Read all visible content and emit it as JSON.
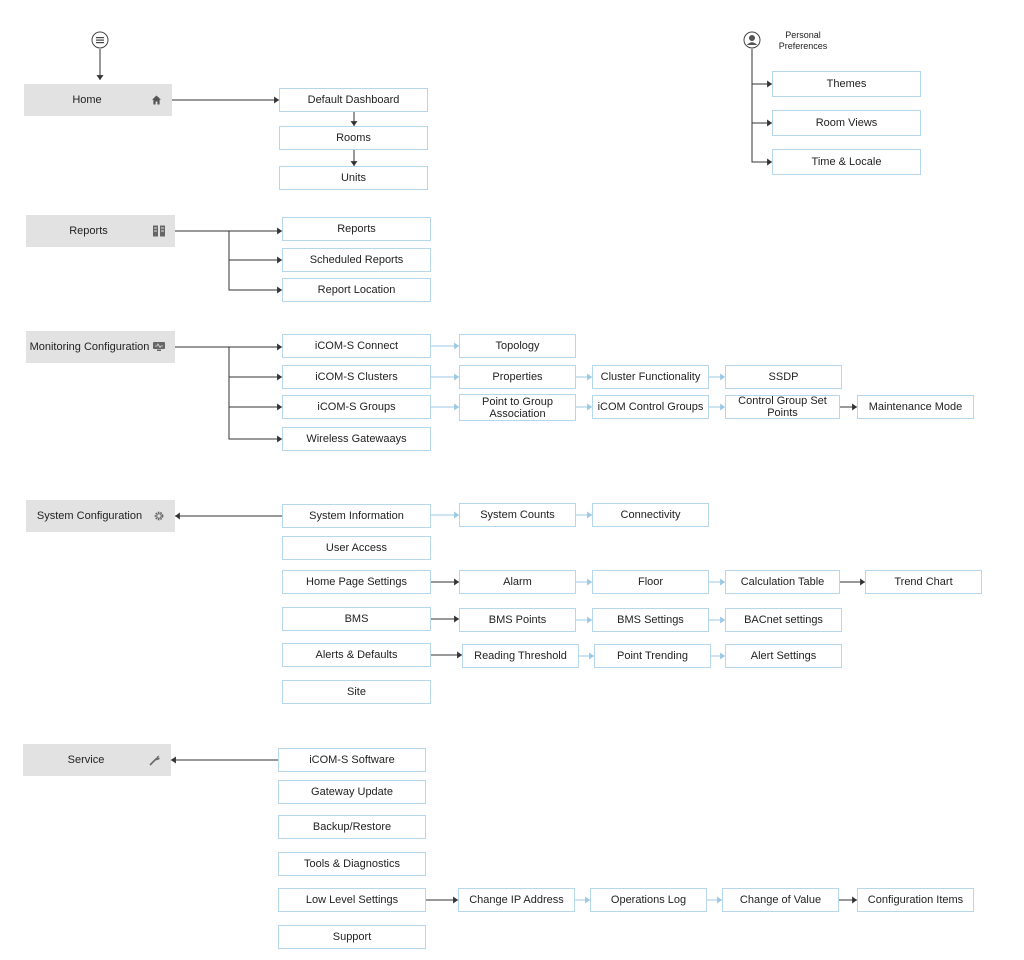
{
  "sections": {
    "home": "Home",
    "reports": "Reports",
    "monitoring": "Monitoring Configuration",
    "system": "System Configuration",
    "service": "Service"
  },
  "personal": {
    "label": "Personal\nPreferences",
    "themes": "Themes",
    "room_views": "Room Views",
    "time_locale": "Time & Locale"
  },
  "home": {
    "default_dashboard": "Default Dashboard",
    "rooms": "Rooms",
    "units": "Units"
  },
  "reports": {
    "reports": "Reports",
    "scheduled": "Scheduled Reports",
    "location": "Report Location"
  },
  "monitoring": {
    "connect": "iCOM-S Connect",
    "topology": "Topology",
    "clusters": "iCOM-S Clusters",
    "properties": "Properties",
    "cluster_functionality": "Cluster Functionality",
    "ssdp": "SSDP",
    "groups": "iCOM-S Groups",
    "point_to_group": "Point to Group\nAssociation",
    "control_groups": "iCOM Control Groups",
    "set_points": "Control Group Set Points",
    "maintenance": "Maintenance Mode",
    "wireless": "Wireless Gatewaays"
  },
  "system": {
    "system_information": "System Information",
    "system_counts": "System Counts",
    "connectivity": "Connectivity",
    "user_access": "User Access",
    "home_page_settings": "Home Page Settings",
    "alarm": "Alarm",
    "floor": "Floor",
    "calculation_table": "Calculation Table",
    "trend_chart": "Trend Chart",
    "bms": "BMS",
    "bms_points": "BMS Points",
    "bms_settings": "BMS Settings",
    "bacnet_settings": "BACnet settings",
    "alerts_defaults": "Alerts & Defaults",
    "reading_threshold": "Reading Threshold",
    "point_trending": "Point Trending",
    "alert_settings": "Alert Settings",
    "site": "Site"
  },
  "service": {
    "software": "iCOM-S Software",
    "gateway_update": "Gateway Update",
    "backup_restore": "Backup/Restore",
    "tools_diagnostics": "Tools & Diagnostics",
    "low_level": "Low Level Settings",
    "change_ip": "Change IP Address",
    "operations_log": "Operations Log",
    "change_of_value": "Change of Value",
    "configuration_items": "Configuration Items",
    "support": "Support"
  },
  "icons": {
    "menu": "hamburger-menu-icon",
    "user": "user-avatar-icon",
    "home": "house-icon",
    "reports": "report-grid-icon",
    "monitoring": "monitor-icon",
    "system": "gear-icon",
    "service": "wrench-icon"
  },
  "colors": {
    "section_bg": "#e2e2e2",
    "node_border": "#b5d6ec",
    "connector": "#333333",
    "connector_light": "#9cc8e4"
  }
}
